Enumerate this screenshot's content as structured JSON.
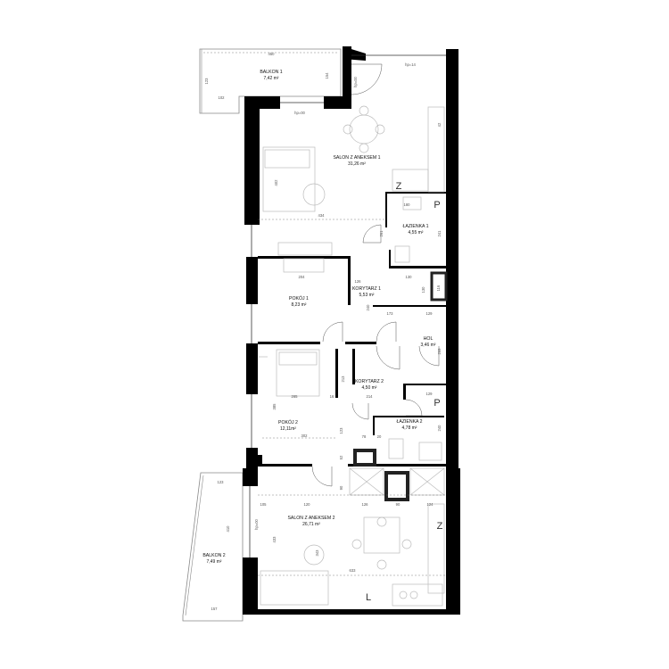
{
  "rooms": [
    {
      "id": "balkon1",
      "name": "BALKON 1",
      "area": "7,42 m²"
    },
    {
      "id": "salon1",
      "name": "SALON Z ANEKSEM 1",
      "area": "31,26 m²"
    },
    {
      "id": "lazienka1",
      "name": "ŁAZIENKA 1",
      "area": "4,55 m²"
    },
    {
      "id": "pokoj1",
      "name": "POKÓJ 1",
      "area": "8,23 m²"
    },
    {
      "id": "korytarz1",
      "name": "KORYTARZ 1",
      "area": "5,53 m²"
    },
    {
      "id": "hol",
      "name": "HOL",
      "area": "3,46 m²"
    },
    {
      "id": "korytarz2",
      "name": "KORYTARZ 2",
      "area": "4,50 m²"
    },
    {
      "id": "pokoj2",
      "name": "POKÓJ 2",
      "area": "12,11m²"
    },
    {
      "id": "lazienka2",
      "name": "ŁAZIENKA 2",
      "area": "4,78 m²"
    },
    {
      "id": "salon2",
      "name": "SALON Z ANEKSEM 2",
      "area": "26,71 m²"
    },
    {
      "id": "balkon2",
      "name": "BALKON 2",
      "area": "7,49 m²"
    }
  ],
  "dimensions": {
    "d450": "450",
    "d154": "154",
    "d123a": "123",
    "d102a": "102",
    "hp14": "hp=14",
    "hp00a": "hp=00",
    "d402": "402",
    "d434": "434",
    "d42": "42",
    "d180": "180",
    "d261": "261",
    "d241": "241",
    "d204": "204",
    "d126": "126",
    "d130": "130",
    "d116": "116",
    "d240": "240",
    "d173": "173",
    "d129a": "129",
    "d269": "269",
    "d213": "213",
    "d16": "16",
    "d265": "265",
    "d214": "214",
    "d385": "385",
    "d302": "302",
    "d123b": "123",
    "d78": "78",
    "d20": "20",
    "d129b": "129",
    "d240b": "240",
    "d52": "52",
    "d90a": "90",
    "d120": "120",
    "d105": "105",
    "d126b": "126",
    "d90b": "90",
    "d124": "124",
    "d433": "433",
    "d343": "343",
    "d633": "633",
    "d123c": "123",
    "d410": "410",
    "d157": "157",
    "hp00b": "hp=00"
  },
  "symbols": {
    "z": "Z",
    "p": "P",
    "l": "L"
  }
}
